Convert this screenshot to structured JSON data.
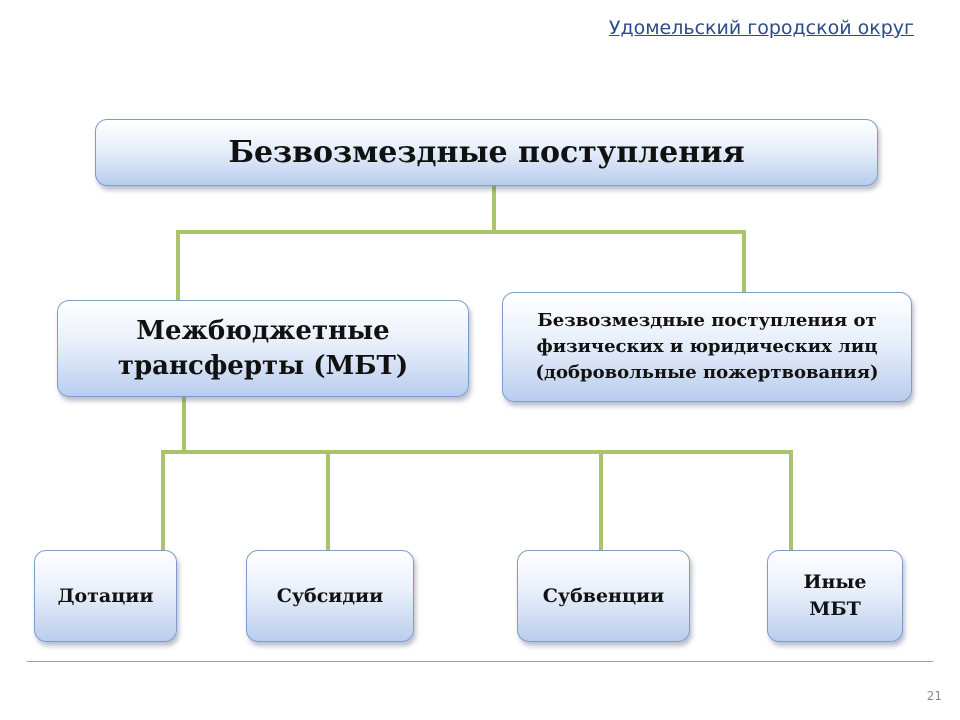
{
  "header": {
    "org_name": "Удомельский городской округ"
  },
  "diagram": {
    "root": {
      "label": "Безвозмездные поступления"
    },
    "level2": {
      "mbt": {
        "label": "Межбюджетные трансферты  (МБТ)"
      },
      "donations": {
        "label": "Безвозмездные поступления от физических и юридических лиц (добровольные пожертвования)"
      }
    },
    "level3": {
      "dotacii": {
        "label": "Дотации"
      },
      "subsidii": {
        "label": "Субсидии"
      },
      "subvencii": {
        "label": "Субвенции"
      },
      "other": {
        "label": "Иные МБТ"
      }
    }
  },
  "colors": {
    "connector": "#a9c46a",
    "box_border": "#7f9cc9",
    "header_text": "#2d4a8a"
  },
  "footer": {
    "page_number": "21"
  }
}
